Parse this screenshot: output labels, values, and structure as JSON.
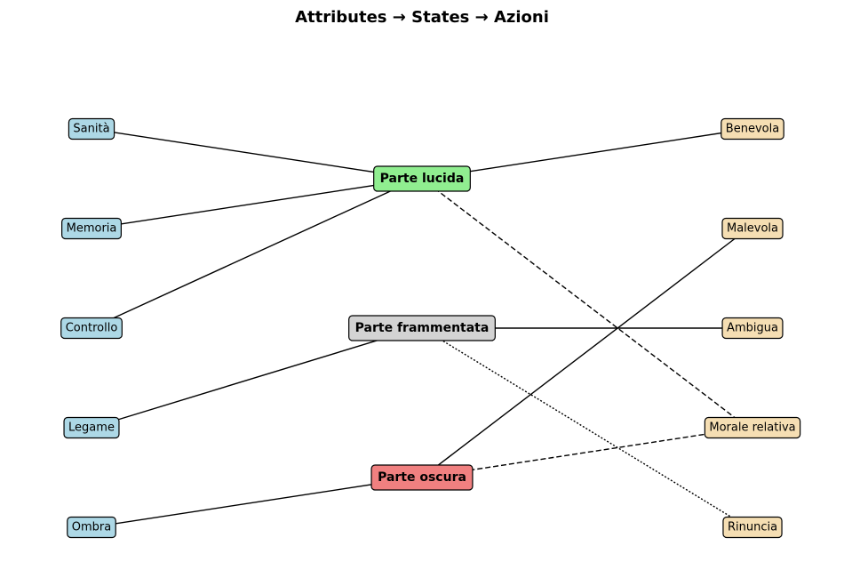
{
  "title": "Attributes → States → Azioni",
  "nodes": [
    {
      "id": "sanita",
      "label": "Sanità",
      "group": "attribute"
    },
    {
      "id": "memoria",
      "label": "Memoria",
      "group": "attribute"
    },
    {
      "id": "controllo",
      "label": "Controllo",
      "group": "attribute"
    },
    {
      "id": "legame",
      "label": "Legame",
      "group": "attribute"
    },
    {
      "id": "ombra",
      "label": "Ombra",
      "group": "attribute"
    },
    {
      "id": "lucida",
      "label": "Parte lucida",
      "group": "state"
    },
    {
      "id": "frammentata",
      "label": "Parte frammentata",
      "group": "state"
    },
    {
      "id": "oscura",
      "label": "Parte oscura",
      "group": "state"
    },
    {
      "id": "benevola",
      "label": "Benevola",
      "group": "action"
    },
    {
      "id": "malevola",
      "label": "Malevola",
      "group": "action"
    },
    {
      "id": "ambigua",
      "label": "Ambigua",
      "group": "action"
    },
    {
      "id": "morale",
      "label": "Morale relativa",
      "group": "action"
    },
    {
      "id": "rinuncia",
      "label": "Rinuncia",
      "group": "action"
    }
  ],
  "edges": [
    {
      "from": "sanita",
      "to": "lucida",
      "style": "solid"
    },
    {
      "from": "memoria",
      "to": "lucida",
      "style": "solid"
    },
    {
      "from": "controllo",
      "to": "lucida",
      "style": "solid"
    },
    {
      "from": "legame",
      "to": "frammentata",
      "style": "solid"
    },
    {
      "from": "ombra",
      "to": "oscura",
      "style": "solid"
    },
    {
      "from": "lucida",
      "to": "benevola",
      "style": "solid"
    },
    {
      "from": "lucida",
      "to": "morale",
      "style": "dashed"
    },
    {
      "from": "frammentata",
      "to": "ambigua",
      "style": "solid"
    },
    {
      "from": "frammentata",
      "to": "rinuncia",
      "style": "dotted"
    },
    {
      "from": "oscura",
      "to": "malevola",
      "style": "solid"
    },
    {
      "from": "oscura",
      "to": "morale",
      "style": "dashed"
    }
  ],
  "colors": {
    "attribute": "#add8e6",
    "state_lucida": "#90ee90",
    "state_frammentata": "#d3d3d3",
    "state_oscura": "#f08080",
    "action": "#f5deb3",
    "stroke": "#000000"
  }
}
